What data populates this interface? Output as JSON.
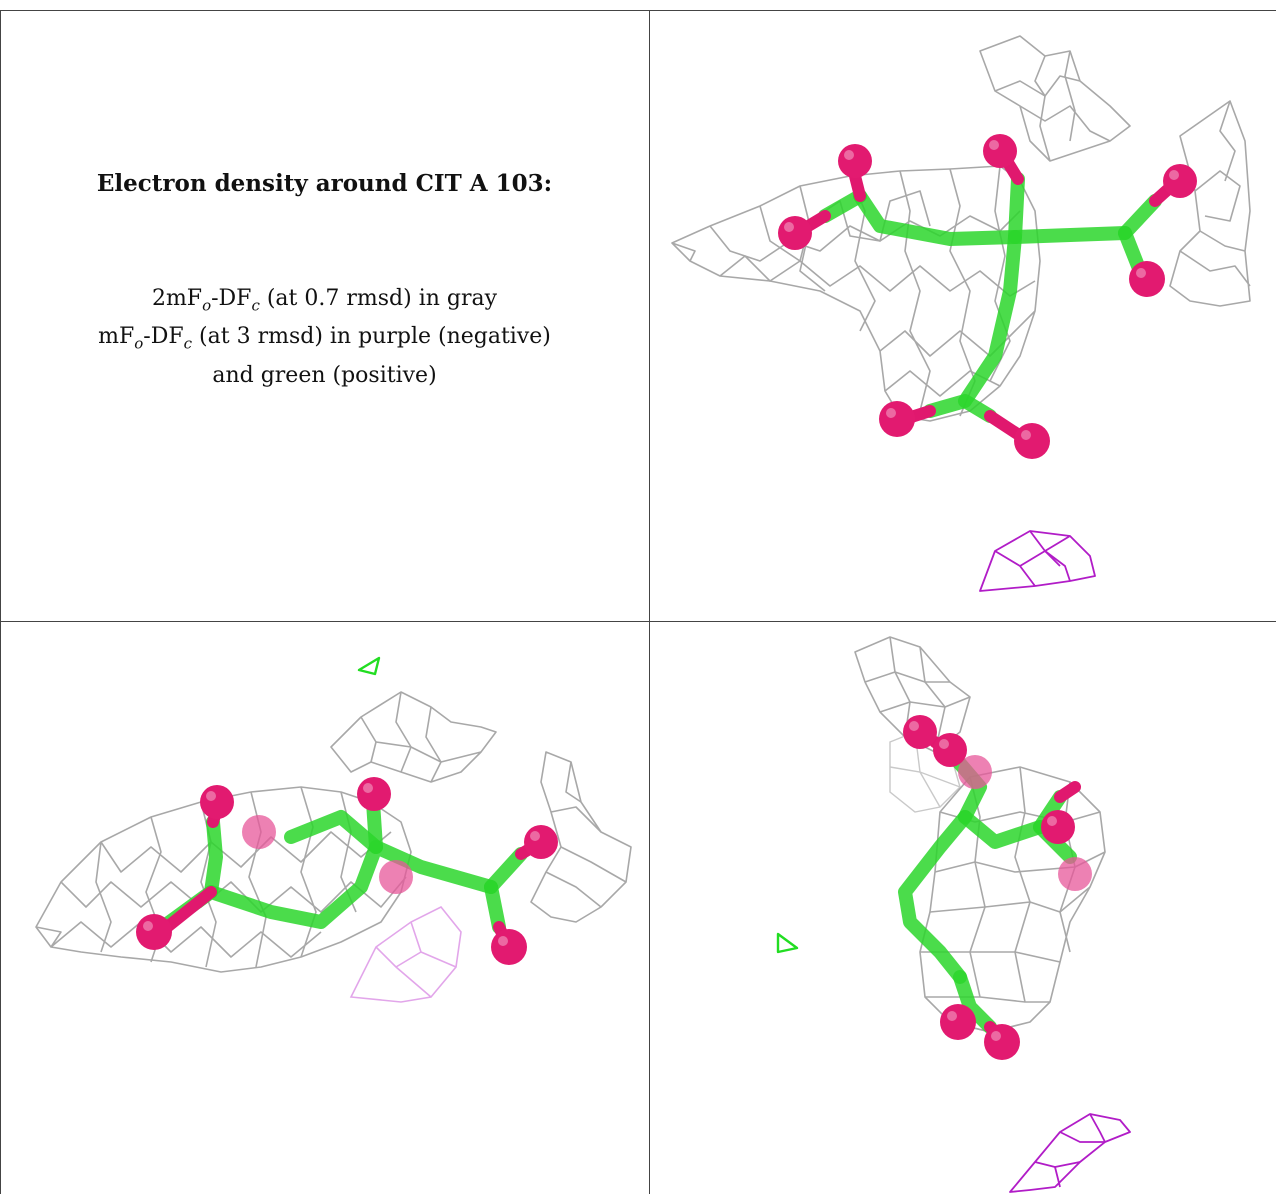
{
  "caption": {
    "title": "Electron density around CIT A 103:",
    "line1_prefix": "2mF",
    "line1_sub1": "o",
    "line1_mid": "-DF",
    "line1_sub2": "c",
    "line1_suffix": " (at 0.7 rmsd) in gray",
    "line2_prefix": "mF",
    "line2_sub1": "o",
    "line2_mid": "-DF",
    "line2_sub2": "c",
    "line2_suffix": " (at 3 rmsd) in purple (negative)",
    "line3": "and green (positive)"
  },
  "colors": {
    "density_2fofc": "#a8a8a8",
    "density_negative": "#b11cc7",
    "density_positive": "#22dd22",
    "carbon": "#2bd62b",
    "oxygen": "#e21a70",
    "border": "#444444"
  },
  "panels": [
    "view-top-right",
    "view-bottom-left",
    "view-bottom-right"
  ]
}
